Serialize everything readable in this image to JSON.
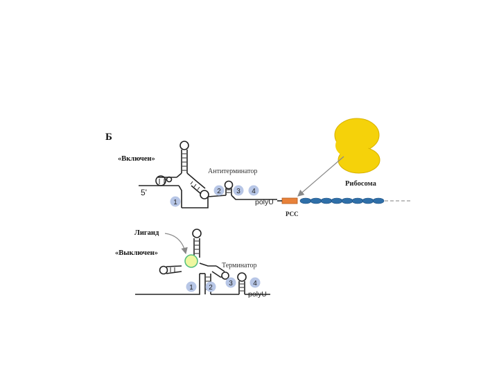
{
  "panel_label": "Б",
  "on_state": {
    "label": "«Включен»",
    "five_prime": "5'",
    "structure_label": "Антитерминатор",
    "segments": [
      "1",
      "2",
      "3",
      "4"
    ],
    "tail": "polyU"
  },
  "off_state": {
    "label": "«Выключен»",
    "ligand_label": "Лиганд",
    "structure_label": "Терминатор",
    "segments": [
      "1",
      "2",
      "3",
      "4"
    ],
    "tail": "polyU"
  },
  "translation": {
    "ribosome_label": "Рибосома",
    "rbs_label": "РСС"
  },
  "colors": {
    "ribosome": "#f5d20a",
    "ribosome_outline": "#d7b000",
    "rbs_box": "#e8823a",
    "mrna_bead": "#2f6fa8",
    "segment_badge": "#b7c6e6",
    "ligand": "#eef7a0",
    "ligand_outline": "#55c080",
    "strand": "#222222"
  },
  "icons": [
    "ribosome-icon",
    "ligand-icon"
  ]
}
